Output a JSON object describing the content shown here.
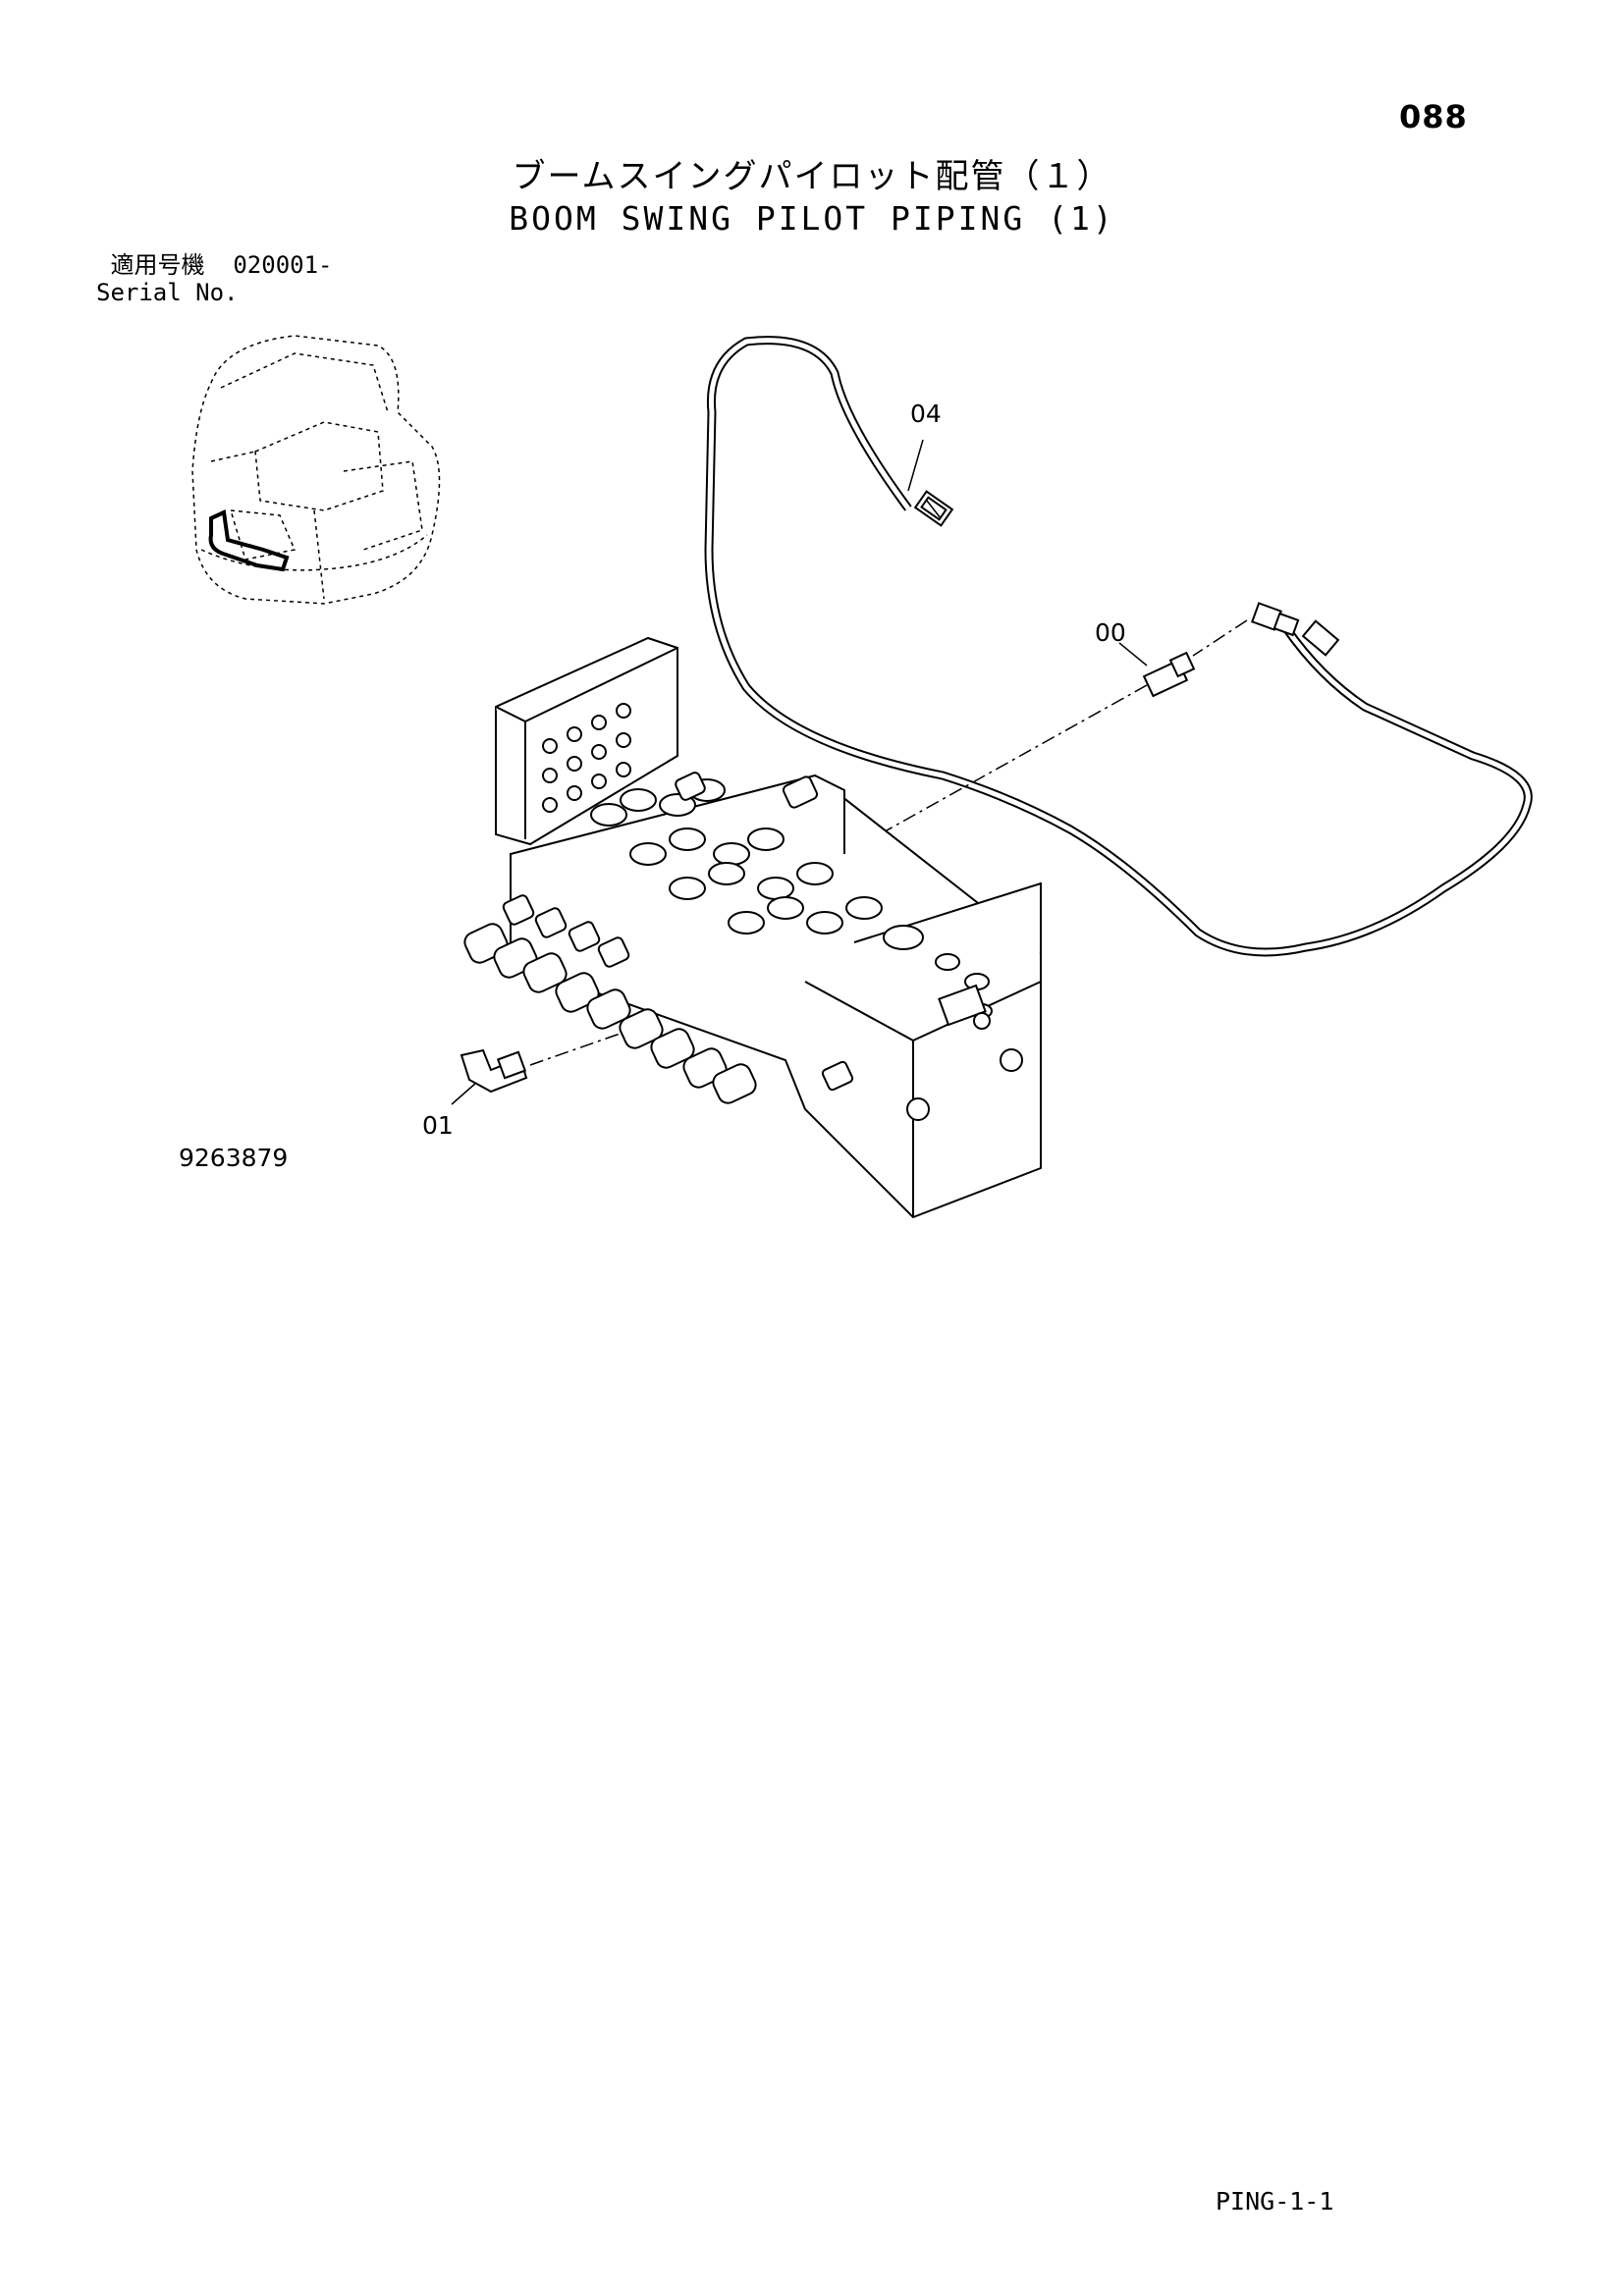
{
  "page_number": "088",
  "title_jp": "ブームスイングパイロット配管（１）",
  "title_en": "BOOM SWING PILOT PIPING (1)",
  "serial": {
    "label_jp": "適用号機",
    "value": "020001-",
    "label_en": "Serial No."
  },
  "callouts": [
    "04",
    "00",
    "01"
  ],
  "drawing_number": "9263879",
  "page_code": "PING-1-1"
}
